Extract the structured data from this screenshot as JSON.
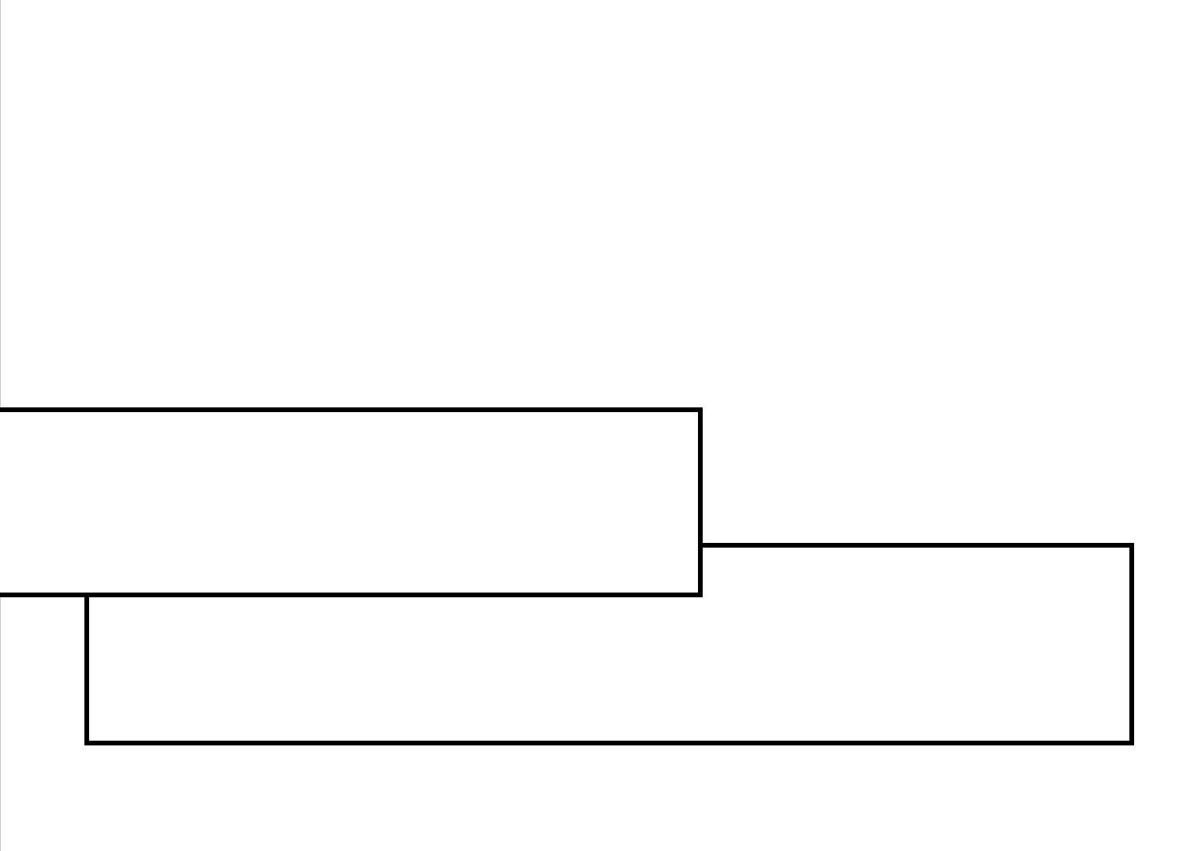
{
  "diagram": {
    "background_color": "#ffffff",
    "stroke_color": "#000000",
    "edge_line_color": "#c8c8c8",
    "shapes": [
      {
        "kind": "rectangle",
        "role": "upper-box",
        "fill": "#ffffff"
      },
      {
        "kind": "rectangle",
        "role": "lower-box",
        "fill": "#ffffff"
      }
    ]
  }
}
